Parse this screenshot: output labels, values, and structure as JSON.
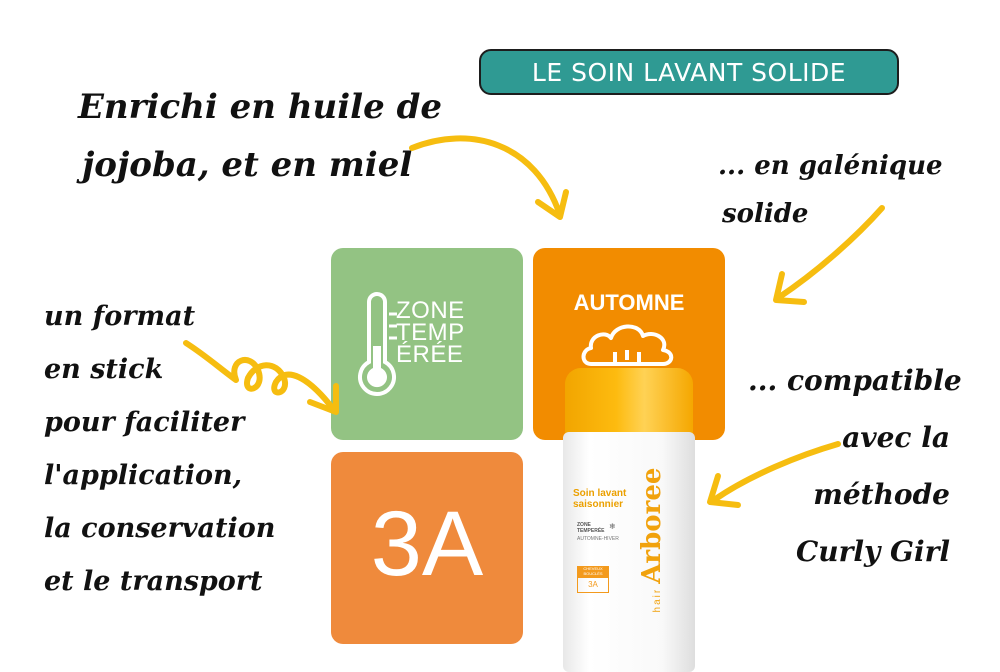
{
  "badge": {
    "label": "LE SOIN LAVANT SOLIDE"
  },
  "notes": {
    "enrichi": [
      "Enrichi en huile de",
      "jojoba, et en miel"
    ],
    "galenique": [
      "... en galénique",
      "solide"
    ],
    "format": [
      "un format",
      "en stick",
      "pour faciliter",
      "l'application,",
      "la conservation",
      "et le transport"
    ],
    "compatible": [
      "... compatible",
      "avec la",
      "méthode",
      "Curly Girl"
    ]
  },
  "tiles": {
    "zone": [
      "ZONE",
      "TEMP",
      "ÉRÉE"
    ],
    "season": "AUTOMNE",
    "type": "3A"
  },
  "product": {
    "name": [
      "Soin lavant",
      "saisonnier"
    ],
    "zone": [
      "ZONE",
      "TEMPERÉE"
    ],
    "season": "AUTOMNE-HIVER",
    "hair_label": [
      "CHEVEUX",
      "BOUCLÉS"
    ],
    "hair_type": "3A",
    "brand_small": "hair",
    "brand_large": "Arboree"
  },
  "colors": {
    "badge": "#2f9a93",
    "tile_green": "#93c383",
    "tile_orange": "#f28c00",
    "tile_3a": "#ef8a3c",
    "arrow": "#f6bd10"
  },
  "icons": [
    "thermometer-icon",
    "rain-cloud-icon",
    "curved-arrow-icon",
    "looping-arrow-icon",
    "snowflake-icon"
  ]
}
